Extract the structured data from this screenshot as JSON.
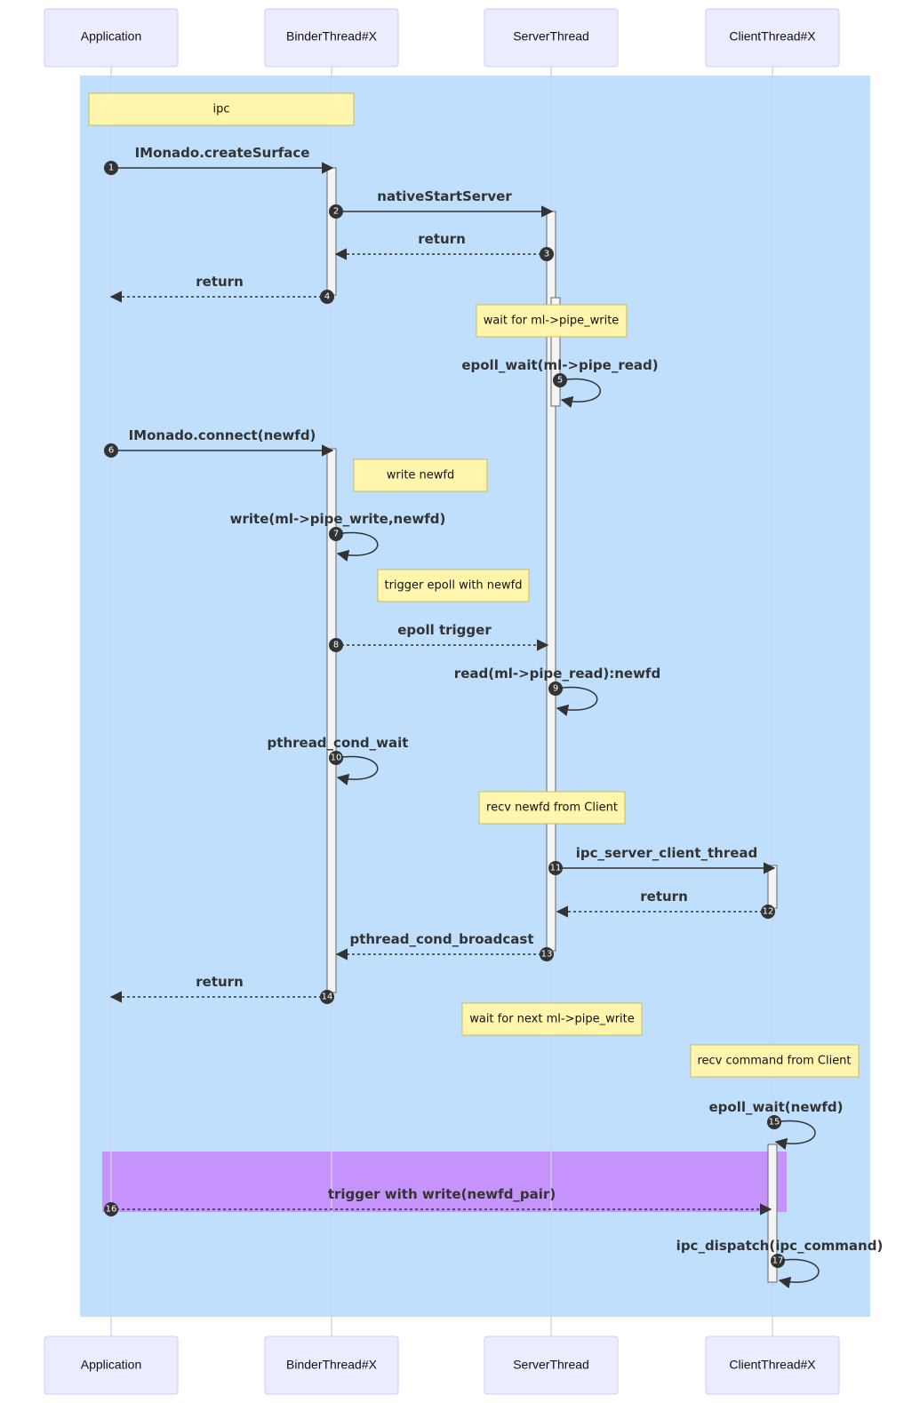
{
  "colors": {
    "outer_rect": "#BFDFFD",
    "inner_rect": "#C593FB",
    "note_fill": "#FFF5AD",
    "actor_fill": "#ECECFF"
  },
  "actors": [
    {
      "id": "app",
      "label": "Application"
    },
    {
      "id": "binder",
      "label": "BinderThread#X"
    },
    {
      "id": "server",
      "label": "ServerThread"
    },
    {
      "id": "client",
      "label": "ClientThread#X"
    }
  ],
  "notes": [
    {
      "text": "ipc"
    },
    {
      "text": "wait for ml->pipe_write"
    },
    {
      "text": "write newfd"
    },
    {
      "text": "trigger epoll with newfd"
    },
    {
      "text": "recv newfd from Client"
    },
    {
      "text": "wait for next ml->pipe_write"
    },
    {
      "text": "recv command from Client"
    }
  ],
  "messages": [
    {
      "n": "1",
      "label": "IMonado.createSurface",
      "from": "app",
      "to": "binder",
      "dashed": false
    },
    {
      "n": "2",
      "label": "nativeStartServer",
      "from": "binder",
      "to": "server",
      "dashed": false
    },
    {
      "n": "3",
      "label": "return",
      "from": "server",
      "to": "binder",
      "dashed": true
    },
    {
      "n": "4",
      "label": "return",
      "from": "binder",
      "to": "app",
      "dashed": true
    },
    {
      "n": "5",
      "label": "epoll_wait(ml->pipe_read)",
      "from": "server",
      "to": "server",
      "dashed": false
    },
    {
      "n": "6",
      "label": "IMonado.connect(newfd)",
      "from": "app",
      "to": "binder",
      "dashed": false
    },
    {
      "n": "7",
      "label": "write(ml->pipe_write,newfd)",
      "from": "binder",
      "to": "binder",
      "dashed": false
    },
    {
      "n": "8",
      "label": "epoll trigger",
      "from": "binder",
      "to": "server",
      "dashed": true
    },
    {
      "n": "9",
      "label": "read(ml->pipe_read):newfd",
      "from": "server",
      "to": "server",
      "dashed": false
    },
    {
      "n": "10",
      "label": "pthread_cond_wait",
      "from": "binder",
      "to": "binder",
      "dashed": false
    },
    {
      "n": "11",
      "label": "ipc_server_client_thread",
      "from": "server",
      "to": "client",
      "dashed": false
    },
    {
      "n": "12",
      "label": "return",
      "from": "client",
      "to": "server",
      "dashed": true
    },
    {
      "n": "13",
      "label": "pthread_cond_broadcast",
      "from": "server",
      "to": "binder",
      "dashed": true
    },
    {
      "n": "14",
      "label": "return",
      "from": "binder",
      "to": "app",
      "dashed": true
    },
    {
      "n": "15",
      "label": "epoll_wait(newfd)",
      "from": "client",
      "to": "client",
      "dashed": false
    },
    {
      "n": "16",
      "label": "trigger with write(newfd_pair)",
      "from": "app",
      "to": "client",
      "dashed": true
    },
    {
      "n": "17",
      "label": "ipc_dispatch(ipc_command)",
      "from": "client",
      "to": "client",
      "dashed": false
    }
  ]
}
